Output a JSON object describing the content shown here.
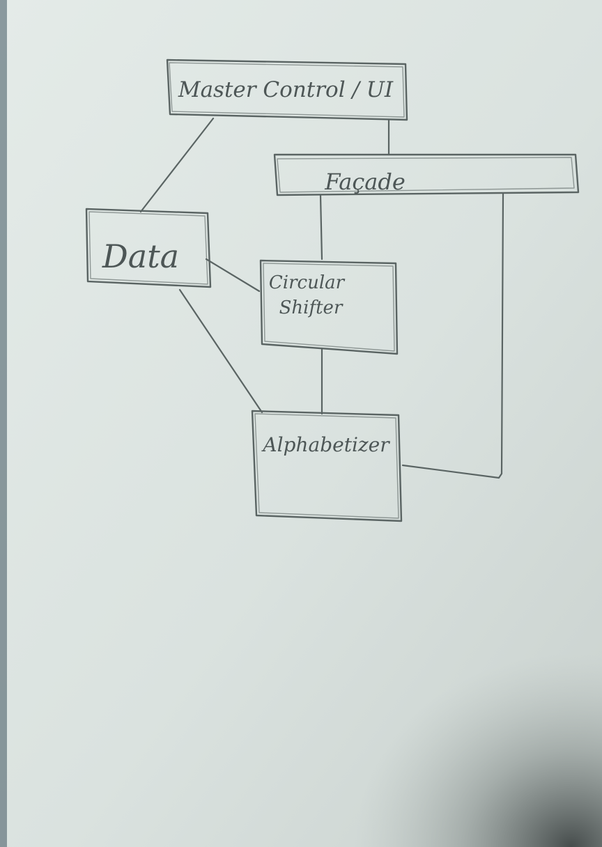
{
  "diagram": {
    "nodes": [
      {
        "id": "master",
        "label": "Master Control / UI"
      },
      {
        "id": "facade",
        "label": "Façade"
      },
      {
        "id": "data",
        "label": "Data"
      },
      {
        "id": "shifter",
        "label_line1": "Circular",
        "label_line2": "Shifter"
      },
      {
        "id": "alpha",
        "label": "Alphabetizer"
      }
    ],
    "edges": [
      {
        "from": "master",
        "to": "data"
      },
      {
        "from": "master",
        "to": "facade"
      },
      {
        "from": "facade",
        "to": "shifter"
      },
      {
        "from": "facade",
        "to": "alpha"
      },
      {
        "from": "data",
        "to": "shifter"
      },
      {
        "from": "data",
        "to": "alpha"
      },
      {
        "from": "shifter",
        "to": "alpha"
      }
    ]
  },
  "colors": {
    "paper": "#dfe6e3",
    "pencil": "#5a6463",
    "text": "#4d5656"
  }
}
